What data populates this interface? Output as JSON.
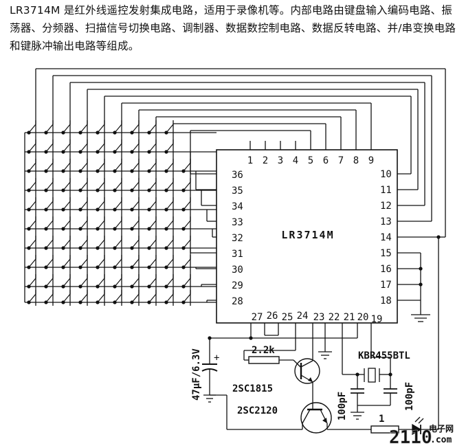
{
  "description_text": "LR3714M 是红外线遥控发射集成电路，适用于录像机等。内部电路由键盘输入编码电路、振荡器、分频器、扫描信号切换电路、调制器、数据数控制电路、数据反转电路、并/串变换电路和键脉冲输出电路等组成。",
  "chip": {
    "name": "LR3714M",
    "pins_top": [
      "1",
      "2",
      "3",
      "4",
      "5",
      "6",
      "7",
      "8",
      "9"
    ],
    "pins_right": [
      "10",
      "11",
      "12",
      "13",
      "14",
      "15",
      "16",
      "17",
      "18"
    ],
    "pins_bottom": [
      "19",
      "20",
      "21",
      "22",
      "23",
      "24",
      "25",
      "26",
      "27"
    ],
    "pins_left": [
      "28",
      "29",
      "30",
      "31",
      "32",
      "33",
      "34",
      "35",
      "36"
    ]
  },
  "components": {
    "resistor_base": "2.2k",
    "transistor_1": "2SC1815",
    "transistor_2": "2SC2120",
    "capacitor_supply": "47μF/6.3V",
    "resonator": "KBR455BTL",
    "cap_left": "100pF",
    "cap_right": "100pF",
    "resistor_led": "1",
    "cap_polarity": "+"
  },
  "watermark": {
    "logo": "2110",
    "text_cn": "电子网",
    "url": ".com"
  }
}
